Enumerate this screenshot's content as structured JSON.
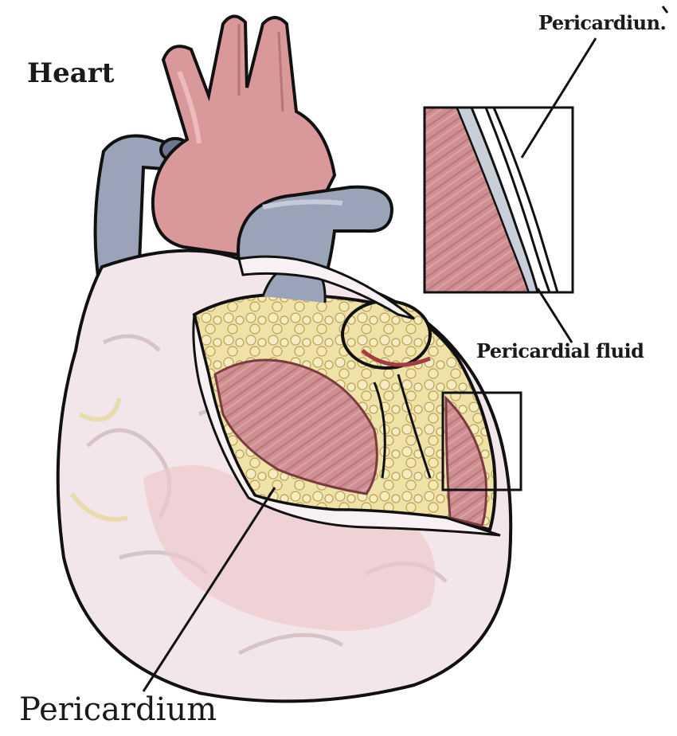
{
  "labels": {
    "heart": "Heart",
    "pericardium_callout": "Pericardiun.",
    "pericardial_fluid": "Pericardial fluid",
    "pericardium": "Pericardium"
  },
  "colors": {
    "artery": "#d9999a",
    "vein": "#9aa3b8",
    "muscle": "#cf8f92",
    "fat": "#efe2a6",
    "sac": "#f3e6ea",
    "outline": "#111111"
  }
}
